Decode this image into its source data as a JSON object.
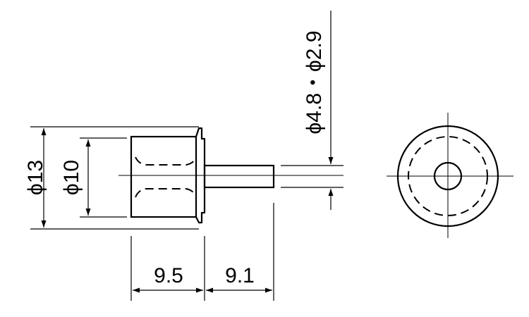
{
  "dimensions": {
    "outer_diameter": "ϕ13",
    "inner_diameter": "ϕ10",
    "pin_diameters": "ϕ4.8・ϕ2.9",
    "body_length": "9.5",
    "pin_length": "9.1"
  },
  "colors": {
    "line": "#000000",
    "background": "#ffffff"
  }
}
